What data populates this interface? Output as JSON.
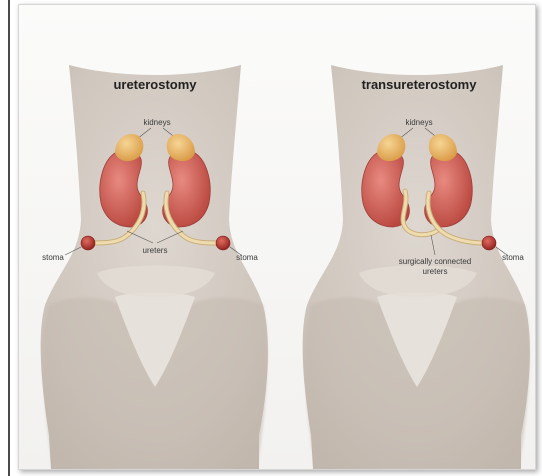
{
  "panels": [
    {
      "title": "ureterostomy",
      "labels": {
        "kidneys": "kidneys",
        "ureters": "ureters",
        "stoma_left": "stoma",
        "stoma_right": "stoma"
      }
    },
    {
      "title": "transureterostomy",
      "labels": {
        "kidneys": "kidneys",
        "connected_1": "surgically connected",
        "connected_2": "ureters",
        "stoma": "stoma"
      }
    }
  ],
  "colors": {
    "body": "#d9d2cb",
    "kidney": "#cf5f5a",
    "adrenal": "#e7b063",
    "ureter": "#ead3a2",
    "stoma": "#b8302c"
  }
}
